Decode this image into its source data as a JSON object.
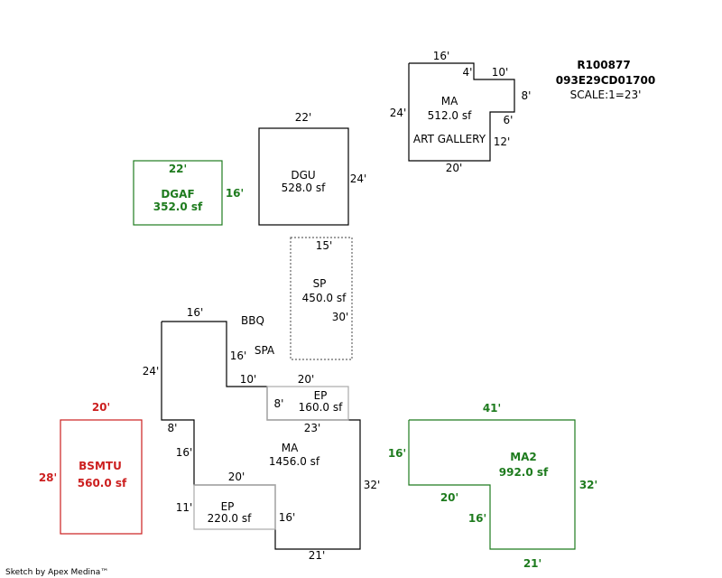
{
  "header": {
    "parcel_id": "R100877",
    "account": "093E29CD01700",
    "scale": "SCALE:1=23'"
  },
  "colors": {
    "default": "#000000",
    "green": "#1e7b1e",
    "red": "#cc1f1f",
    "dotted": "#666666",
    "light": "#aaaaaa"
  },
  "areas": {
    "ma_top": {
      "code": "MA",
      "area": "512.0 sf",
      "name": "ART GALLERY",
      "dims": [
        "16'",
        "4'",
        "10'",
        "8'",
        "6'",
        "12'",
        "20'",
        "24'"
      ]
    },
    "dgu": {
      "code": "DGU",
      "area": "528.0 sf",
      "dims": [
        "22'",
        "24'"
      ]
    },
    "dgaf": {
      "code": "DGAF",
      "area": "352.0 sf",
      "dims": [
        "22'",
        "16'"
      ]
    },
    "sp": {
      "code": "SP",
      "area": "450.0 sf",
      "dims": [
        "15'",
        "30'"
      ]
    },
    "ma_main": {
      "code": "MA",
      "area": "1456.0 sf",
      "dims": [
        "16'",
        "24'",
        "16'",
        "10'",
        "8'",
        "23'",
        "32'",
        "21'",
        "16'",
        "8'",
        "16'",
        "20'",
        "11'"
      ]
    },
    "ep_top": {
      "code": "EP",
      "area": "160.0 sf",
      "dims": [
        "20'"
      ]
    },
    "ep_bottom": {
      "code": "EP",
      "area": "220.0 sf"
    },
    "bsmtu": {
      "code": "BSMTU",
      "area": "560.0 sf",
      "dims": [
        "20'",
        "28'"
      ]
    },
    "ma2": {
      "code": "MA2",
      "area": "992.0 sf",
      "dims": [
        "41'",
        "16'",
        "32'",
        "20'",
        "16'",
        "21'"
      ]
    }
  },
  "labels": {
    "bbq": "BBQ",
    "spa": "SPA"
  },
  "footer": {
    "credit": "Sketch by Apex Medina™"
  }
}
